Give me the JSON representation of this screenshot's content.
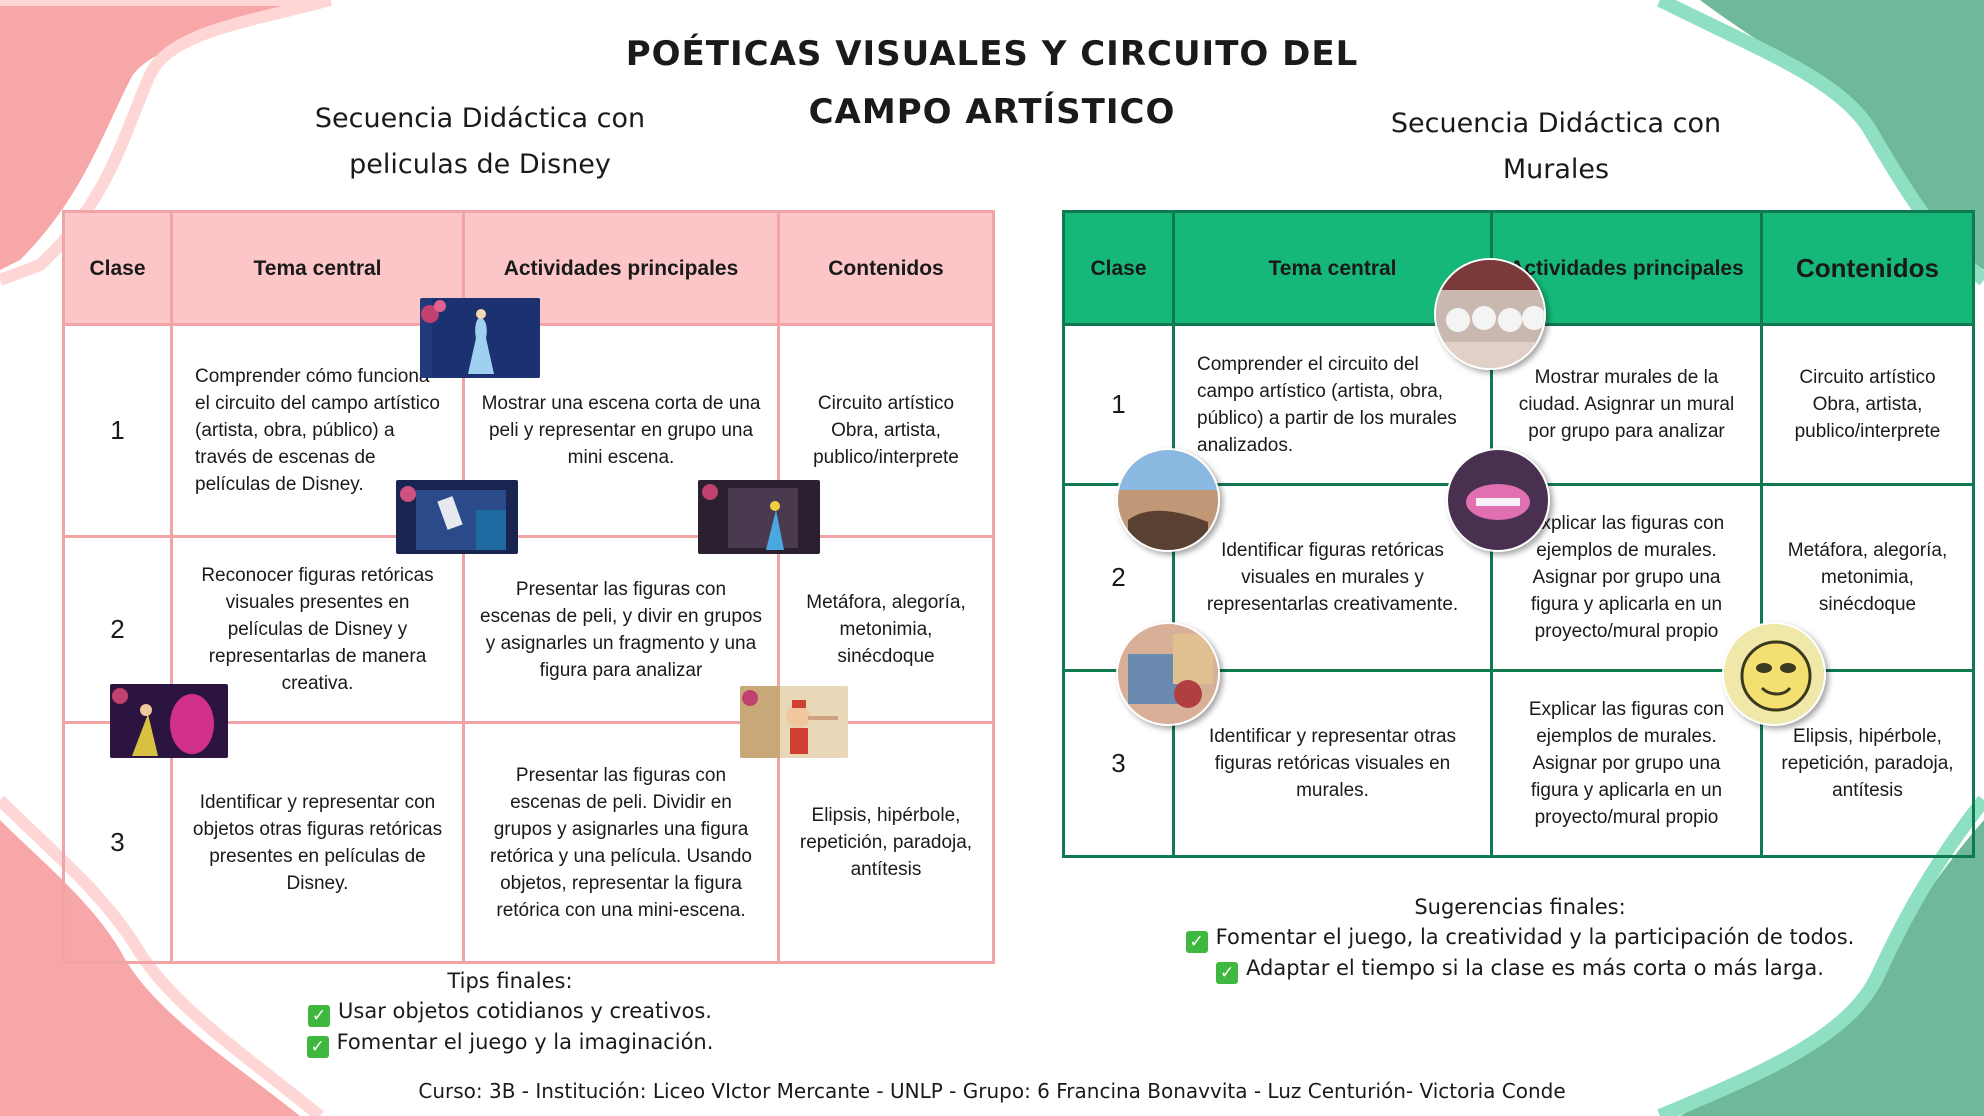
{
  "title": {
    "line1": "POÉTICAS VISUALES Y CIRCUITO DEL",
    "line2": "CAMPO ARTÍSTICO"
  },
  "left_section": {
    "subtitle_line1": "Secuencia Didáctica con",
    "subtitle_line2": "peliculas de Disney",
    "headers": [
      "Clase",
      "Tema central",
      "Actividades principales",
      "Contenidos"
    ],
    "rows": [
      {
        "clase": "1",
        "tema": "Comprender cómo funciona el circuito del campo artístico (artista, obra, público) a través de escenas de películas de Disney.",
        "actividades": "Mostrar una escena corta de una peli y representar en grupo una mini escena.",
        "contenidos": "Circuito artístico Obra, artista, publico/interprete"
      },
      {
        "clase": "2",
        "tema": "Reconocer figuras retóricas visuales presentes en películas de Disney y representarlas de manera creativa.",
        "actividades": "Presentar las figuras con escenas de peli, y divir en grupos y asignarles un fragmento y una figura para analizar",
        "contenidos": "Metáfora, alegoría, metonimia, sinécdoque"
      },
      {
        "clase": "3",
        "tema": "Identificar y representar con objetos otras figuras retóricas presentes en películas de Disney.",
        "actividades": "Presentar las figuras con escenas de peli. Dividir en grupos y asignarles una figura retórica y una película. Usando objetos, representar la figura retórica con una mini-escena.",
        "contenidos": "Elipsis, hipérbole, repetición, paradoja, antítesis"
      }
    ],
    "tips_title": "Tips finales:",
    "tips": [
      "Usar objetos cotidianos y creativos.",
      "Fomentar el juego y la imaginación."
    ]
  },
  "right_section": {
    "subtitle_line1": "Secuencia Didáctica con",
    "subtitle_line2": "Murales",
    "headers": [
      "Clase",
      "Tema central",
      "Actividades principales",
      "Contenidos"
    ],
    "rows": [
      {
        "clase": "1",
        "tema": "Comprender el circuito del campo artístico (artista, obra, público) a partir de los murales analizados.",
        "actividades": "Mostrar murales de la ciudad. Asignrar un mural por grupo para analizar",
        "contenidos": "Circuito artístico Obra, artista, publico/interprete"
      },
      {
        "clase": "2",
        "tema": "Identificar figuras retóricas visuales en murales y representarlas creativamente.",
        "actividades": "Explicar las figuras con ejemplos de murales. Asignar por grupo una figura y aplicarla en un proyecto/mural propio",
        "contenidos": "Metáfora, alegoría, metonimia, sinécdoque"
      },
      {
        "clase": "3",
        "tema": "Identificar y representar otras figuras retóricas visuales en murales.",
        "actividades": "Explicar las figuras con ejemplos de murales. Asignar por grupo una figura y aplicarla en un proyecto/mural propio",
        "contenidos": "Elipsis, hipérbole, repetición, paradoja, antítesis"
      }
    ],
    "notes_title": "Sugerencias finales:",
    "notes": [
      "Fomentar el juego, la creatividad y la participación de todos.",
      "Adaptar el tiempo si la clase es más corta o más larga."
    ]
  },
  "footer": "Curso: 3B - Institución: Liceo VIctor Mercante - UNLP - Grupo: 6 Francina Bonavvita - Luz  Centurión- Victoria Conde",
  "colors": {
    "left_border": "#f2a3a6",
    "left_header_bg": "#fcc6c8",
    "right_border": "#0f7a4f",
    "right_header_bg": "#16b87a",
    "deco_pink": "#f7a7a8",
    "deco_green": "#6fb89a",
    "check_green": "#3fb83f"
  },
  "icons": [
    "check-icon"
  ]
}
